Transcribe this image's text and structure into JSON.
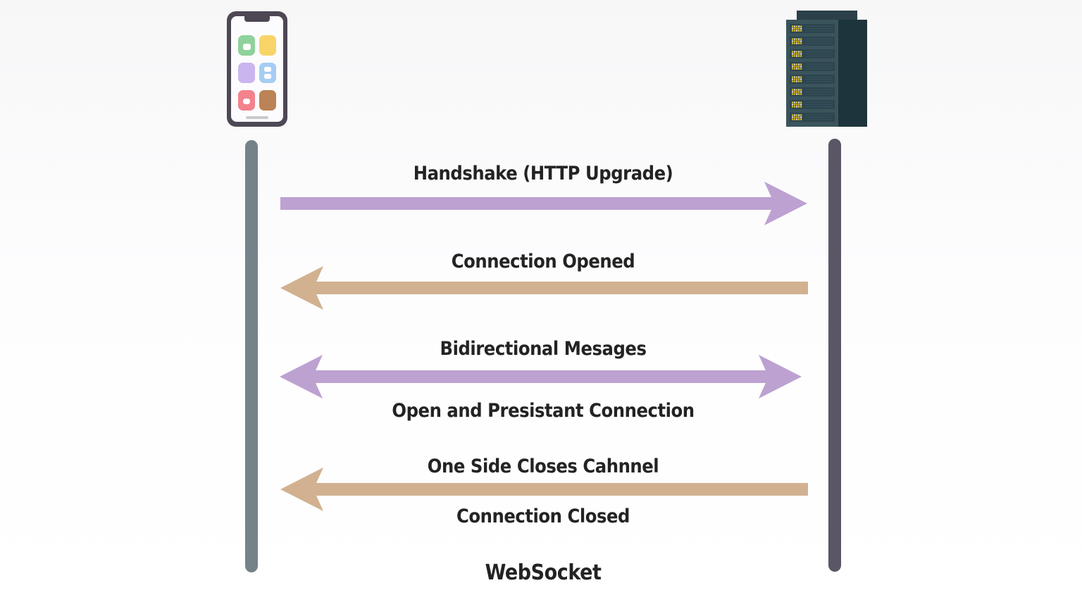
{
  "title": "WebSocket",
  "actors": {
    "client": {
      "icon": "smartphone-icon"
    },
    "server": {
      "icon": "server-rack-icon"
    }
  },
  "messages": [
    {
      "label": "Handshake (HTTP Upgrade)",
      "direction": "right",
      "color": "#bda1d1"
    },
    {
      "label": "Connection Opened",
      "direction": "left",
      "color": "#d1b190"
    },
    {
      "label": "Bidirectional Mesages",
      "sublabel": "Open and Presistant Connection",
      "direction": "both",
      "color": "#bda1d1"
    },
    {
      "label": "One Side Closes Cahnnel",
      "sublabel": "Connection Closed",
      "direction": "left",
      "color": "#d1b190"
    }
  ],
  "colors": {
    "arrow_purple": "#bda1d1",
    "arrow_tan": "#d1b190",
    "lifeline_left": "#758289",
    "lifeline_right": "#5b5665",
    "text_color": "#232323"
  }
}
